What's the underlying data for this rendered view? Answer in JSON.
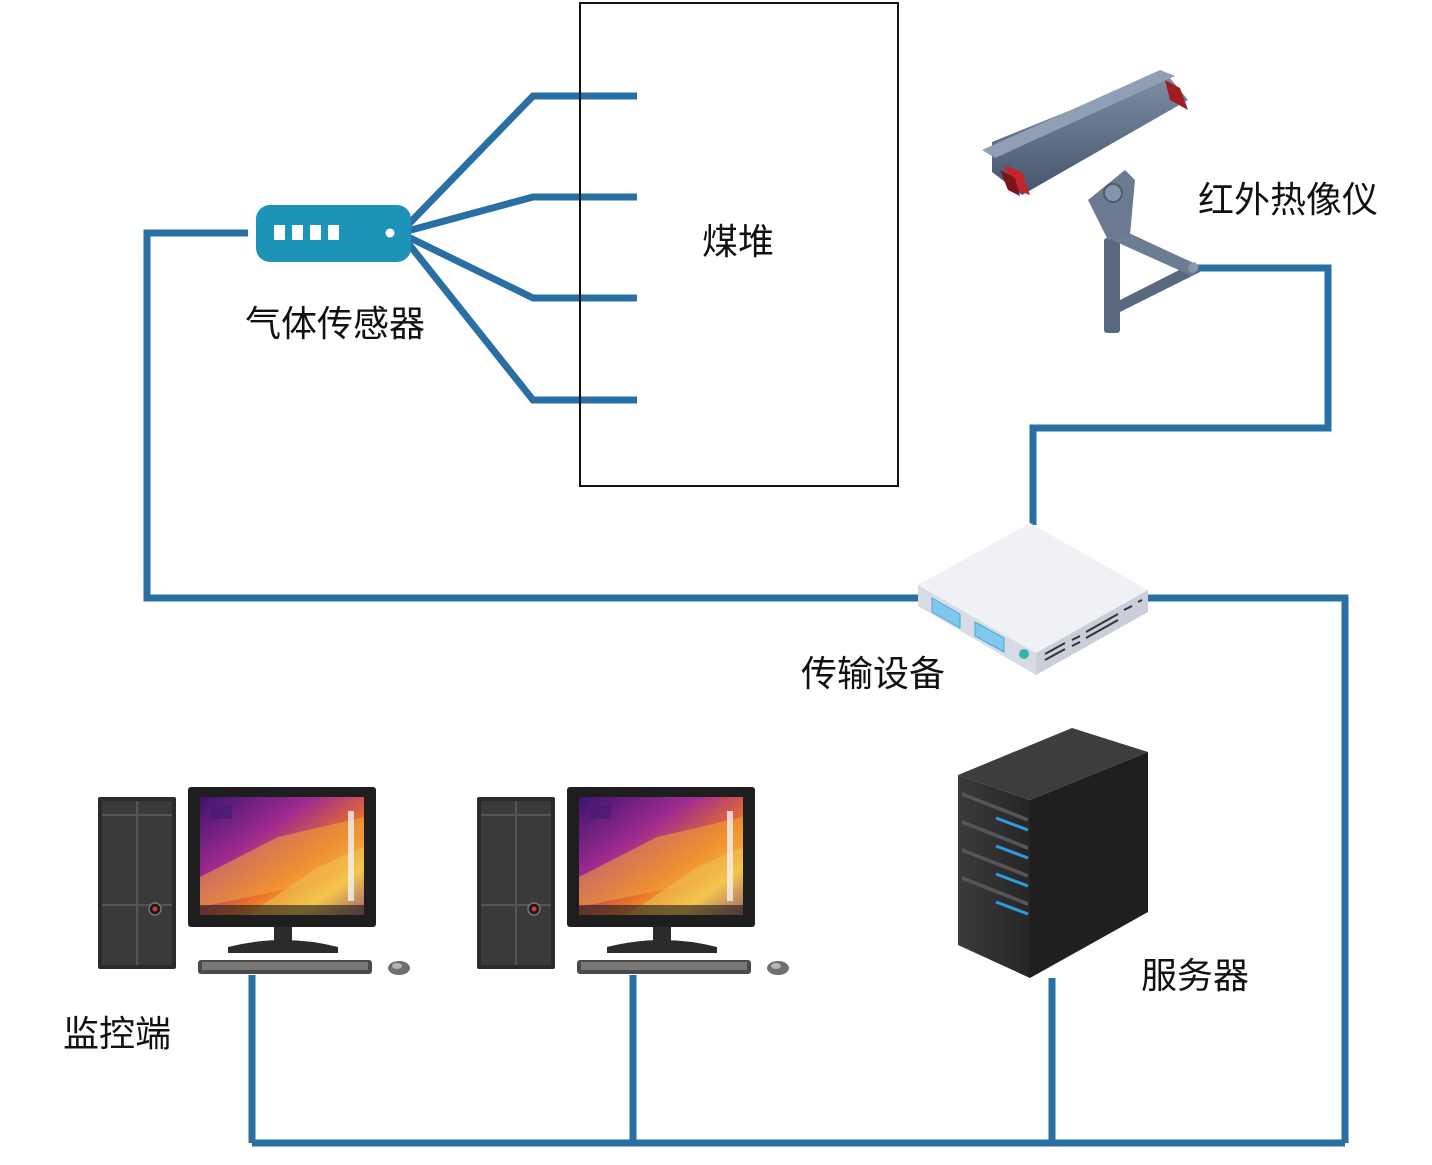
{
  "labels": {
    "coal_pile": "煤堆",
    "gas_sensor": "气体传感器",
    "thermal_camera": "红外热像仪",
    "transmission": "传输设备",
    "server": "服务器",
    "monitor_terminal": "监控端"
  },
  "colors": {
    "wire": "#2a6fa3",
    "sensor": "#1d93b8",
    "camera_body": "#56677f",
    "camera_lens": "#c0262b",
    "server_body": "#2e2e2e",
    "server_led": "#2f9be0",
    "router_body": "#e7e9ee",
    "router_port": "#7fc9f0"
  },
  "icons": {
    "gas_sensor": "sensor-icon",
    "thermal_camera": "camera-icon",
    "transmission": "router-icon",
    "server": "server-icon",
    "monitor_terminal": "computer-icon"
  }
}
